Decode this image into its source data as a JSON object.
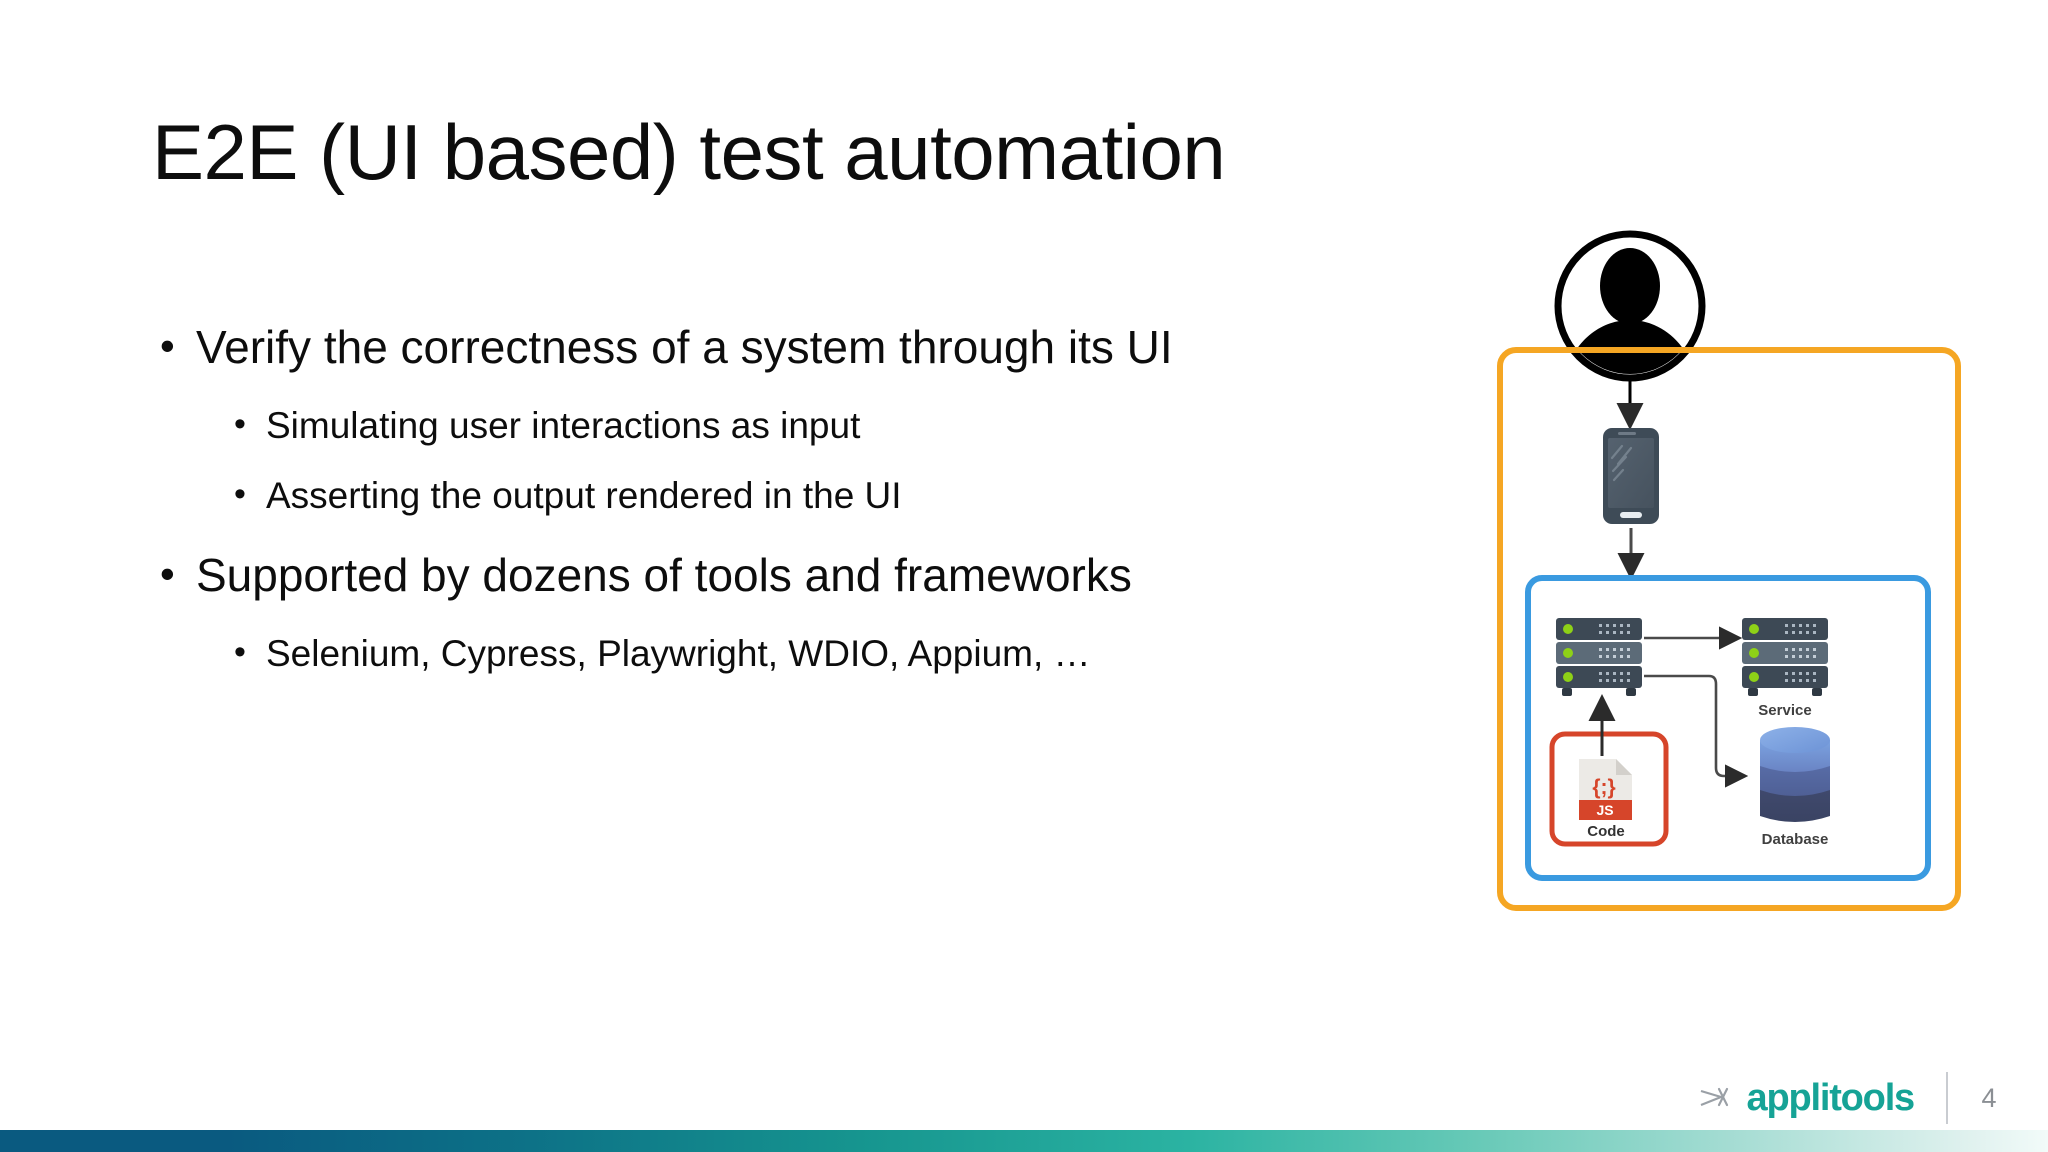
{
  "slide": {
    "title": "E2E (UI based) test automation",
    "number": "4",
    "background_color": "#ffffff"
  },
  "content": {
    "bullets": [
      {
        "level": 1,
        "marker": "•",
        "text": "Verify the correctness of a system through its UI"
      },
      {
        "level": 2,
        "marker": "•",
        "text": "Simulating user interactions as input"
      },
      {
        "level": 2,
        "marker": "•",
        "text": "Asserting the output rendered in the UI"
      },
      {
        "level": 1,
        "marker": "•",
        "text": "Supported by dozens of tools and frameworks"
      },
      {
        "level": 2,
        "marker": "•",
        "text": "Selenium, Cypress, Playwright, WDIO, Appium, …"
      }
    ]
  },
  "diagram": {
    "name": "e2e-architecture-diagram",
    "actor_label": "user-avatar",
    "outer_box_color": "#f5a623",
    "inner_box_color": "#3a9ae0",
    "code_box_color": "#d6452a",
    "nodes": [
      {
        "id": "user",
        "label": "",
        "icon": "user-avatar-icon"
      },
      {
        "id": "phone",
        "label": "",
        "icon": "mobile-phone-icon"
      },
      {
        "id": "app-server",
        "label": "",
        "icon": "server-rack-icon"
      },
      {
        "id": "service",
        "label": "Service",
        "icon": "server-rack-icon"
      },
      {
        "id": "database",
        "label": "Database",
        "icon": "database-cylinder-icon"
      },
      {
        "id": "code",
        "label": "Code",
        "icon": "js-code-file-icon",
        "badge": "JS",
        "glyph": "{;}"
      }
    ]
  },
  "footer": {
    "brand": "applitools",
    "brand_color": "#16a396",
    "page_number": "4"
  }
}
